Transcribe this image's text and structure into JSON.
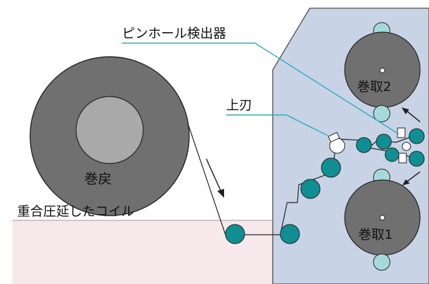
{
  "labels": {
    "pinhole_detector": "ピンホール検出器",
    "upper_blade": "上刃",
    "unwind": "巻戻",
    "laminated_coil": "重合圧延したコイル",
    "winder_2": "巻取2",
    "winder_1": "巻取1"
  },
  "colors": {
    "machine_panel": "#c8d3e6",
    "floor_band": "#f7e8ec",
    "roll_dark": "#707070",
    "roll_core": "#a9a9a9",
    "roller_teal": "#0f8f91",
    "roller_light": "#a6dada",
    "leader_line": "#31a9bf"
  }
}
